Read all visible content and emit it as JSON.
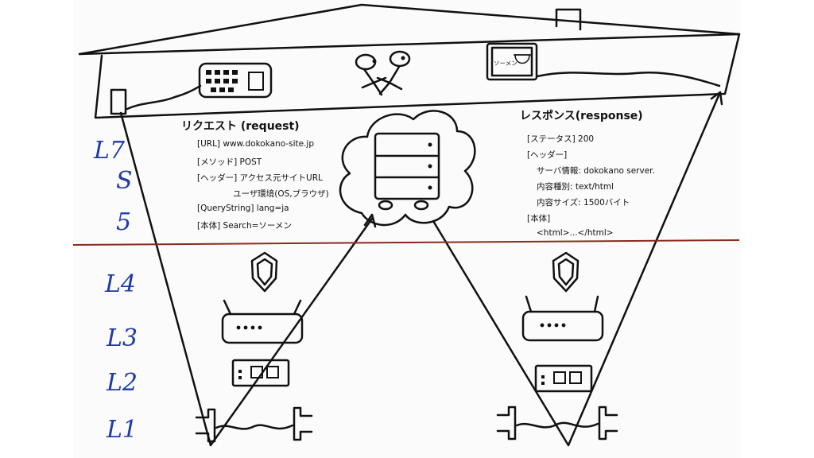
{
  "request": {
    "title": "リクエスト (request)",
    "lines": [
      "[URL] www.dokokano-site.jp",
      "[メソッド] POST",
      "[ヘッダー] アクセス元サイトURL",
      "ユーザ環境(OS,ブラウザ)",
      "[QueryString] lang=ja",
      "[本体] Search=ソーメン"
    ]
  },
  "response": {
    "title": "レスポンス(response)",
    "lines": [
      "[ステータス] 200",
      "[ヘッダー]",
      "サーバ情報: dokokano server.",
      "内容種別: text/html",
      "内容サイズ: 1500バイト",
      "[本体]",
      "<html>...</html>"
    ]
  },
  "layers": [
    "L7",
    "S",
    "5",
    "L4",
    "L3",
    "L2",
    "L1"
  ],
  "monitor_text": "ソーメン",
  "colors": {
    "ink": "#111111",
    "layer_ink": "#1f3aa8",
    "divider": "#8b2a1e"
  },
  "icons": [
    "house-roof",
    "keyboard-icon",
    "people-icon",
    "monitor-icon",
    "door-icon",
    "cloud-icon",
    "server-icon",
    "shield-icon",
    "router-icon",
    "switch-icon",
    "cable-plug-icon"
  ]
}
